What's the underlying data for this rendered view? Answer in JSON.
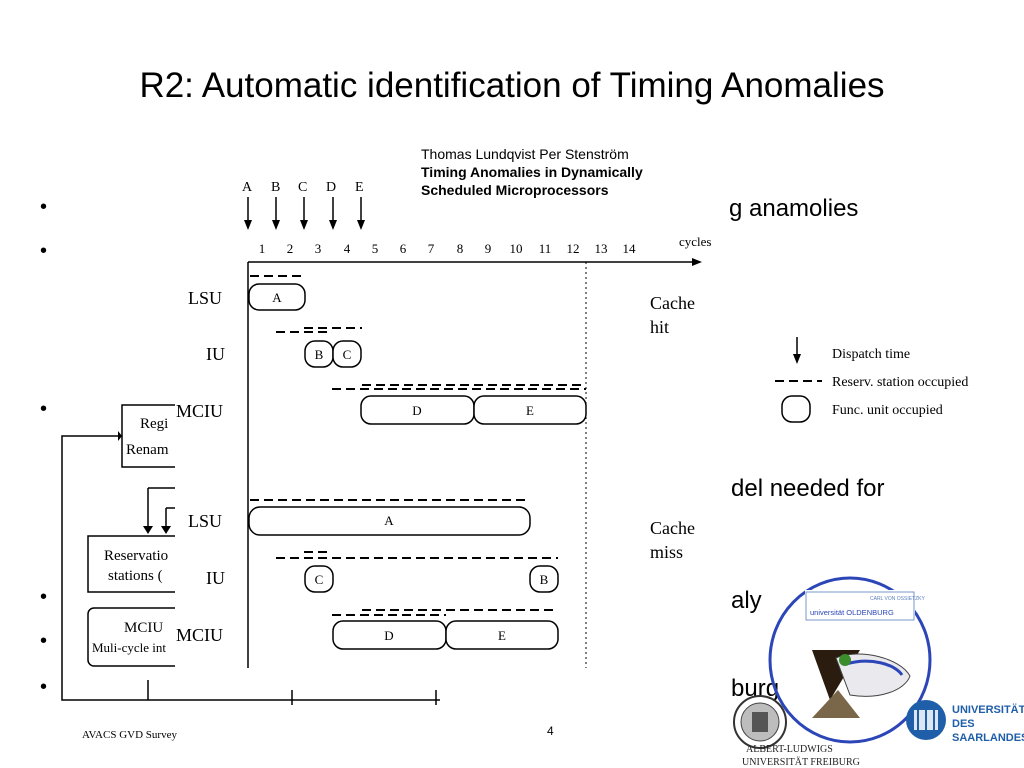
{
  "slide": {
    "title": "R2: Automatic identification of Timing Anomalies",
    "bullets_visible": [
      "g anamolies",
      "del needed for",
      "aly",
      "burg"
    ],
    "footer_left": "AVACS GVD Survey",
    "page_number": "4"
  },
  "attribution": {
    "authors": "Thomas Lundqvist Per Stenström",
    "paper_title_line1": "Timing Anomalies in Dynamically",
    "paper_title_line2": "Scheduled Microprocessors"
  },
  "pipeline": {
    "reg_line1": "Regi",
    "reg_line2": "Renam",
    "res_line1": "Reservatio",
    "res_line2": "stations (",
    "mciu_line1": "MCIU",
    "mciu_line2": "Muli-cycle int"
  },
  "figure": {
    "instructions": [
      "A",
      "B",
      "C",
      "D",
      "E"
    ],
    "cycle_numbers": [
      "1",
      "2",
      "3",
      "4",
      "5",
      "6",
      "7",
      "8",
      "9",
      "10",
      "11",
      "12",
      "13",
      "14"
    ],
    "cycles_label": "cycles",
    "units": [
      "LSU",
      "IU",
      "MCIU"
    ],
    "hit": {
      "label_line1": "Cache",
      "label_line2": "hit",
      "bars": {
        "lsu_a": "A",
        "iu_b": "B",
        "iu_c": "C",
        "mciu_d": "D",
        "mciu_e": "E"
      }
    },
    "miss": {
      "label_line1": "Cache",
      "label_line2": "miss",
      "bars": {
        "lsu_a": "A",
        "iu_c": "C",
        "iu_b": "B",
        "mciu_d": "D",
        "mciu_e": "E"
      }
    }
  },
  "legend": {
    "dispatch": "Dispatch time",
    "reservation": "Reserv. station occupied",
    "func_unit": "Func. unit occupied"
  },
  "logos": {
    "oldenburg_top": "CARL VON OSSIETZKY",
    "oldenburg_name": "universität OLDENBURG",
    "freiburg_line1": "ALBERT-LUDWIGS",
    "freiburg_line2": "UNIVERSITÄT FREIBURG",
    "saarland_line1": "UNIVERSITÄT",
    "saarland_line2": "DES",
    "saarland_line3": "SAARLANDES",
    "colors": {
      "saarland_blue": "#1f5ea8",
      "ring_blue": "#2c46b8"
    }
  }
}
